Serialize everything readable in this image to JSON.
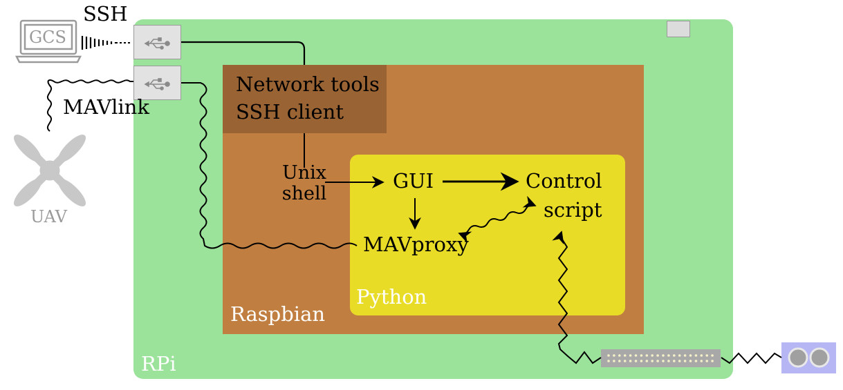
{
  "labels": {
    "ssh": "SSH",
    "gcs": "GCS",
    "mavlink": "MAVlink",
    "uav": "UAV",
    "network_tools": "Network tools",
    "ssh_client": "SSH client",
    "unix_shell_1": "Unix",
    "unix_shell_2": "shell",
    "gui": "GUI",
    "control_1": "Control",
    "control_2": "script",
    "mavproxy": "MAVproxy",
    "python": "Python",
    "raspbian": "Raspbian",
    "rpi": "RPi"
  },
  "colors": {
    "rpi_board": "#9be29a",
    "raspbian": "#c07f40",
    "network_tools": "#9a6333",
    "python": "#e9dc27",
    "usb_port": "#e2e2e2",
    "gpio_header": "#a8a8a8",
    "sensor": "#b7b6f4",
    "peripheral_grey": "#9a9a9a"
  },
  "icons": {
    "gcs": "laptop-icon",
    "uav": "quadcopter-icon",
    "usb": "usb-icon",
    "sensor": "ultrasonic-sensor-icon",
    "gpio": "gpio-header-icon"
  }
}
